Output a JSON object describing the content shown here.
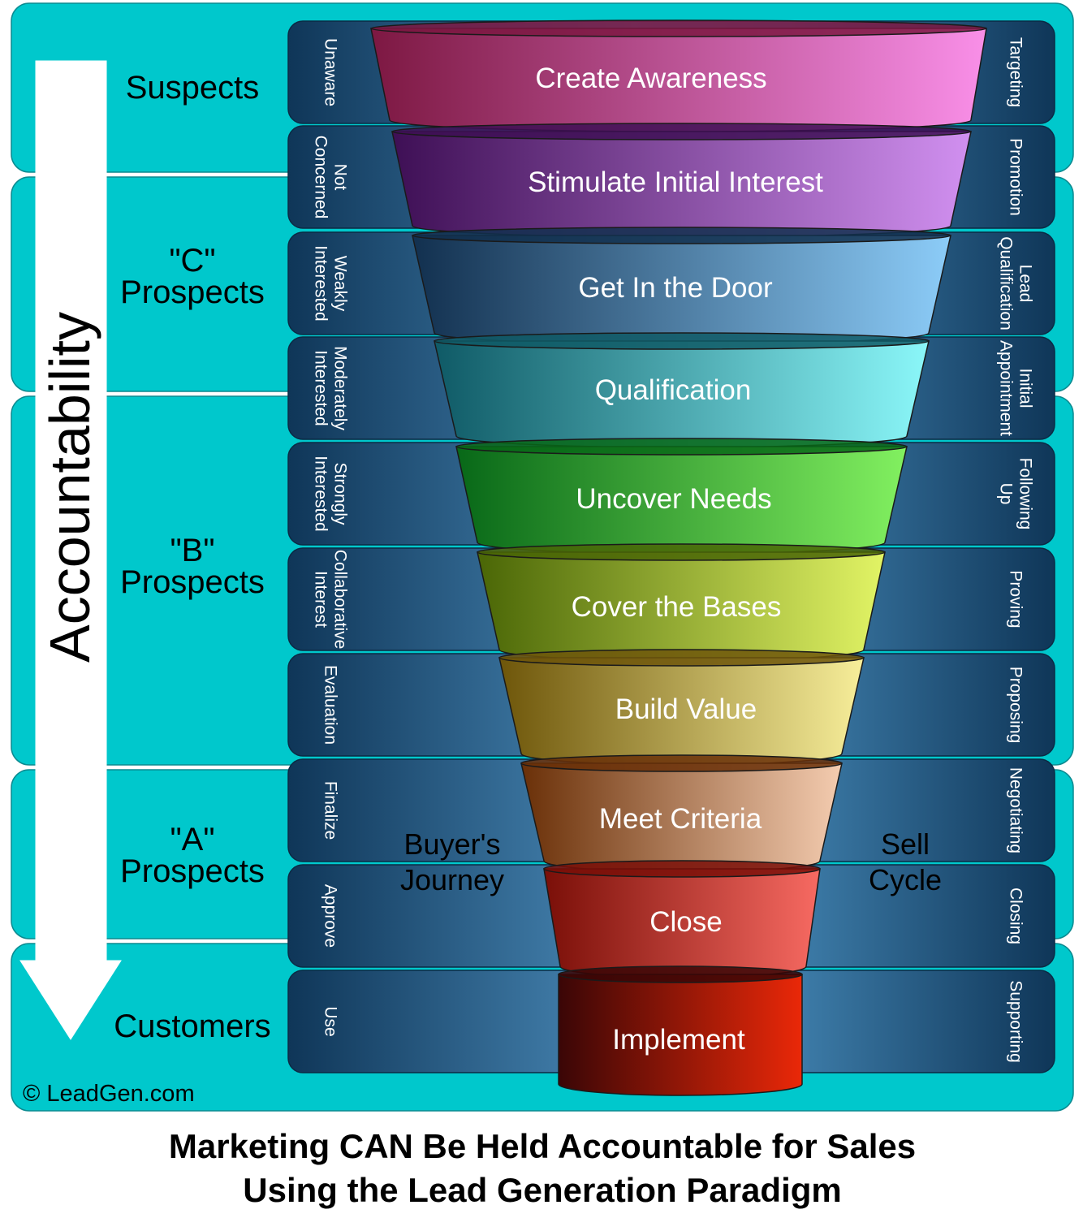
{
  "accountability_label": "Accountability",
  "copyright": "© LeadGen.com",
  "caption": {
    "line1": "Marketing CAN Be Held Accountable for Sales",
    "line2": "Using the Lead Generation Paradigm"
  },
  "journey_label": {
    "line1": "Buyer's",
    "line2": "Journey"
  },
  "cycle_label": {
    "line1": "Sell",
    "line2": "Cycle"
  },
  "groups": [
    {
      "label": [
        "Suspects"
      ]
    },
    {
      "label": [
        "\"C\"",
        "Prospects"
      ]
    },
    {
      "label": [
        "\"B\"",
        "Prospects"
      ]
    },
    {
      "label": [
        "\"A\"",
        "Prospects"
      ]
    },
    {
      "label": [
        "Customers"
      ]
    }
  ],
  "stages": [
    {
      "name": "Create Awareness",
      "buyer": [
        "Unaware"
      ],
      "seller": [
        "Targeting"
      ],
      "colors": [
        "#7d1842",
        "#f98fe8"
      ]
    },
    {
      "name": "Stimulate Initial Interest",
      "buyer": [
        "Not",
        "Concerned"
      ],
      "seller": [
        "Promotion"
      ],
      "colors": [
        "#3e0f55",
        "#d190f0"
      ]
    },
    {
      "name": "Get In the Door",
      "buyer": [
        "Weakly",
        "Interested"
      ],
      "seller": [
        "Lead",
        "Qualification"
      ],
      "colors": [
        "#12304f",
        "#8cccf8"
      ]
    },
    {
      "name": "Qualification",
      "buyer": [
        "Moderately",
        "Interested"
      ],
      "seller": [
        "Initial",
        "Appointment"
      ],
      "colors": [
        "#0f5a66",
        "#8bf7f9"
      ]
    },
    {
      "name": "Uncover Needs",
      "buyer": [
        "Strongly",
        "Interested"
      ],
      "seller": [
        "Following",
        "Up"
      ],
      "colors": [
        "#086818",
        "#82f060"
      ]
    },
    {
      "name": "Cover the Bases",
      "buyer": [
        "Collaborative",
        "Interest"
      ],
      "seller": [
        "Proving"
      ],
      "colors": [
        "#4a6606",
        "#e2f465"
      ]
    },
    {
      "name": "Build Value",
      "buyer": [
        "Evaluation"
      ],
      "seller": [
        "Proposing"
      ],
      "colors": [
        "#6e560a",
        "#f7ee9a"
      ]
    },
    {
      "name": "Meet Criteria",
      "buyer": [
        "Finalize"
      ],
      "seller": [
        "Negotiating"
      ],
      "colors": [
        "#6a3008",
        "#f4ccb0"
      ]
    },
    {
      "name": "Close",
      "buyer": [
        "Approve"
      ],
      "seller": [
        "Closing"
      ],
      "colors": [
        "#7a0f08",
        "#f76a62"
      ]
    },
    {
      "name": "Implement",
      "buyer": [
        "Use"
      ],
      "seller": [
        "Supporting"
      ],
      "colors": [
        "#3a0606",
        "#ea2808"
      ]
    }
  ]
}
